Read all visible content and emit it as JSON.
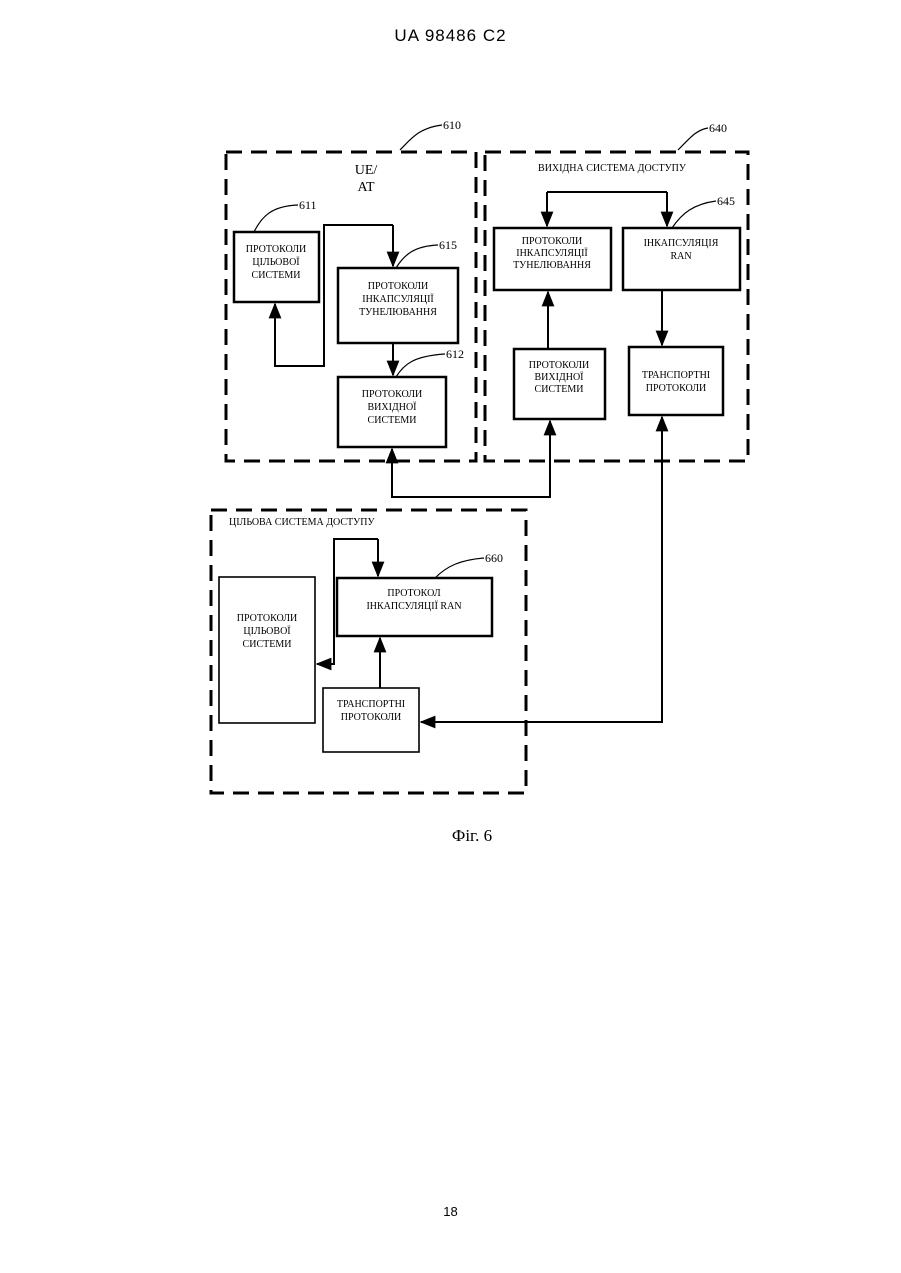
{
  "header": {
    "doc_id": "UA   98486   C2"
  },
  "page_number": "18",
  "figure": {
    "caption": "Фіг. 6",
    "ue_block": {
      "ref": "610",
      "title_line1": "UE/",
      "title_line2": "AT",
      "target_protocols": {
        "ref": "611",
        "line1": "ПРОТОКОЛИ",
        "line2": "ЦІЛЬОВОЇ",
        "line3": "СИСТЕМИ"
      },
      "tunneling": {
        "ref": "615",
        "line1": "ПРОТОКОЛИ",
        "line2": "ІНКАПСУЛЯЦІЇ",
        "line3": "ТУНЕЛЮВАННЯ"
      },
      "source_protocols": {
        "ref": "612",
        "line1": "ПРОТОКОЛИ",
        "line2": "ВИХІДНОЇ",
        "line3": "СИСТЕМИ"
      }
    },
    "source_access": {
      "ref": "640",
      "title": "ВИХІДНА СИСТЕМА ДОСТУПУ",
      "tunneling": {
        "line1": "ПРОТОКОЛИ",
        "line2": "ІНКАПСУЛЯЦІЇ",
        "line3": "ТУНЕЛЮВАННЯ"
      },
      "ran_encap": {
        "ref": "645",
        "line1": "ІНКАПСУЛЯЦІЯ",
        "line2": "RAN"
      },
      "source_protocols": {
        "line1": "ПРОТОКОЛИ",
        "line2": "ВИХІДНОЇ",
        "line3": "СИСТЕМИ"
      },
      "transport": {
        "line1": "ТРАНСПОРТНІ",
        "line2": "ПРОТОКОЛИ"
      }
    },
    "target_access": {
      "title": "ЦІЛЬОВА СИСТЕМА ДОСТУПУ",
      "target_protocols": {
        "line1": "ПРОТОКОЛИ",
        "line2": "ЦІЛЬОВОЇ",
        "line3": "СИСТЕМИ"
      },
      "ran_protocol": {
        "ref": "660",
        "line1": "ПРОТОКОЛ",
        "line2": "ІНКАПСУЛЯЦІЇ RAN"
      },
      "transport": {
        "line1": "ТРАНСПОРТНІ",
        "line2": "ПРОТОКОЛИ"
      }
    }
  }
}
